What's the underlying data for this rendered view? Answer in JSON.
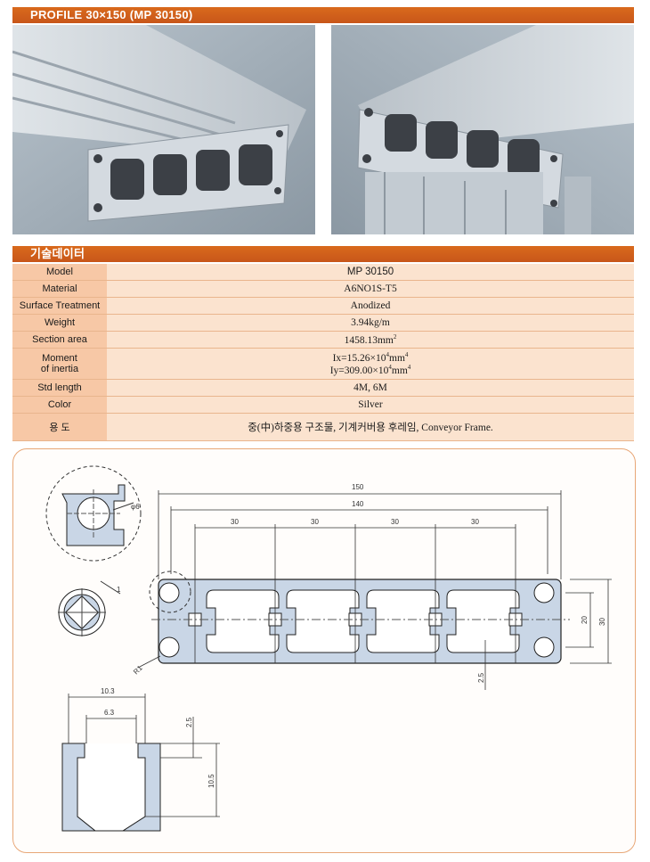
{
  "header": {
    "title": "PROFILE 30×150 (MP 30150)"
  },
  "tech_section": {
    "title": "기술데이터"
  },
  "specs": [
    {
      "key": "Model",
      "value": "MP 30150"
    },
    {
      "key": "Material",
      "value": "A6NO1S-T5"
    },
    {
      "key": "Surface Treatment",
      "value": "Anodized"
    },
    {
      "key": "Weight",
      "value": "3.94kg/m"
    },
    {
      "key": "Section area",
      "value": "1458.13mm"
    },
    {
      "key_line1": "Moment",
      "key_line2": "of inertia",
      "value_line1": "Ix=15.26×10",
      "value_line2": "Iy=309.00×10",
      "exp": "4",
      "unit": "mm"
    },
    {
      "key": "Std length",
      "value": "4M, 6M"
    },
    {
      "key": "Color",
      "value": "Silver"
    },
    {
      "key": "용 도",
      "value": "중(中)하중용 구조물, 기계커버용 후레임, Conveyor Frame."
    }
  ],
  "section_area_exp": "2",
  "drawing": {
    "dims": {
      "overall": "150",
      "inner": "140",
      "pitch1": "30",
      "pitch2": "30",
      "pitch3": "30",
      "pitch4": "30",
      "h20": "20",
      "h30": "30",
      "t25": "2.5",
      "r1": "R1",
      "phi6": "φ6",
      "one": "1",
      "slot_width": "10.3",
      "slot_opening": "6.3",
      "slot_lip": "2.5",
      "slot_depth": "10.5"
    }
  },
  "colors": {
    "accent": "#d2601c",
    "row_key": "#f7c8a6",
    "row_value": "#fbe3cf",
    "profile_fill": "#c9d6e6"
  }
}
